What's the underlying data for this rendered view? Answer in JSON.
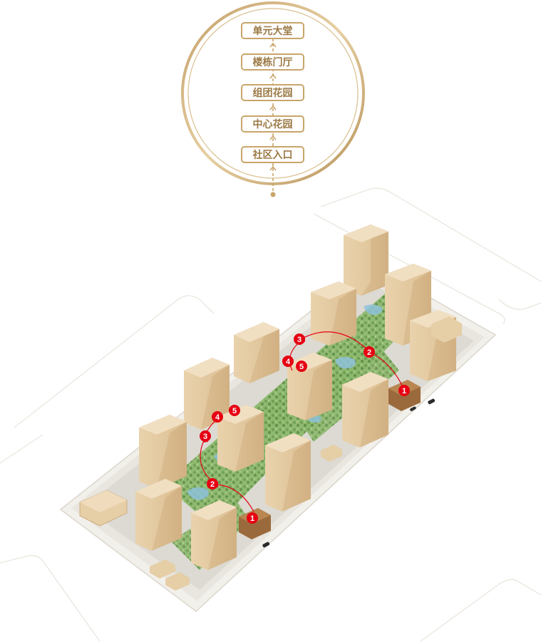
{
  "flow": {
    "steps": [
      "单元大堂",
      "楼栋门厅",
      "组团花园",
      "中心花园",
      "社区入口"
    ]
  },
  "markers": {
    "east": [
      "1",
      "2",
      "3",
      "4",
      "5"
    ],
    "west": [
      "1",
      "2",
      "3",
      "4",
      "5"
    ]
  },
  "colors": {
    "gold": "#c9a56a",
    "gold_text": "#9b7a45",
    "building": "#ead2ad",
    "garden": "#7fae63",
    "water": "#7bb3cf",
    "marker": "#e60012"
  }
}
